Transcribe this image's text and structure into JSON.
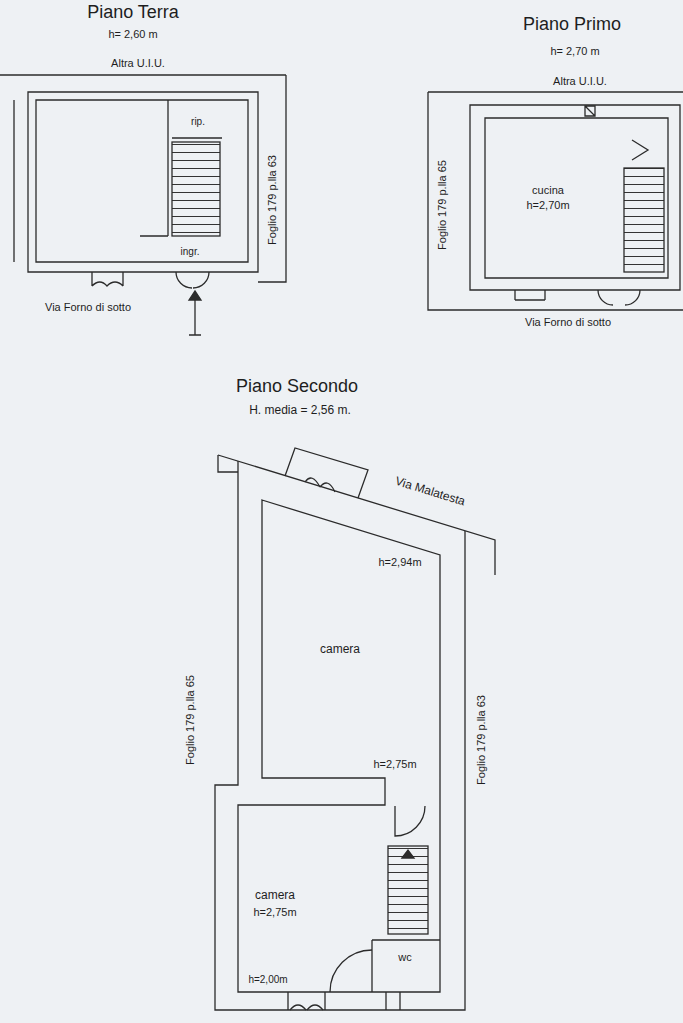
{
  "diagram": {
    "nodes": [
      {
        "text": [
          "Piano Terra",
          "h= 2,60 m"
        ]
      },
      {
        "text": [
          "Piano Primo",
          "h= 2,70 m"
        ]
      },
      {
        "text": [
          "cucina",
          "h=2,70m"
        ],
        "in": 1
      },
      {
        "text": [
          "Piano Secondo",
          "H. media = 2,56 m."
        ]
      },
      {
        "text": [
          "h=2,94m",
          "camera",
          "h=2,75m"
        ],
        "in": 3
      },
      {
        "text": [
          "camera",
          "h=2,75m"
        ],
        "in": 3
      },
      {
        "text": [
          "wc"
        ],
        "in": 3
      }
    ],
    "labels": [
      "Altra U.I.U.",
      "rip.",
      "ingr.",
      "Foglio 179 p.lla 63",
      "Via Forno di sotto",
      "Altra U.I.U.",
      "Foglio 179 p.lla 65",
      "Via Forno di sotto",
      "Via Malatesta",
      "Foglio 179 p.lla 65",
      "Foglio 179 p.lla 63",
      "h=2,00m"
    ]
  }
}
